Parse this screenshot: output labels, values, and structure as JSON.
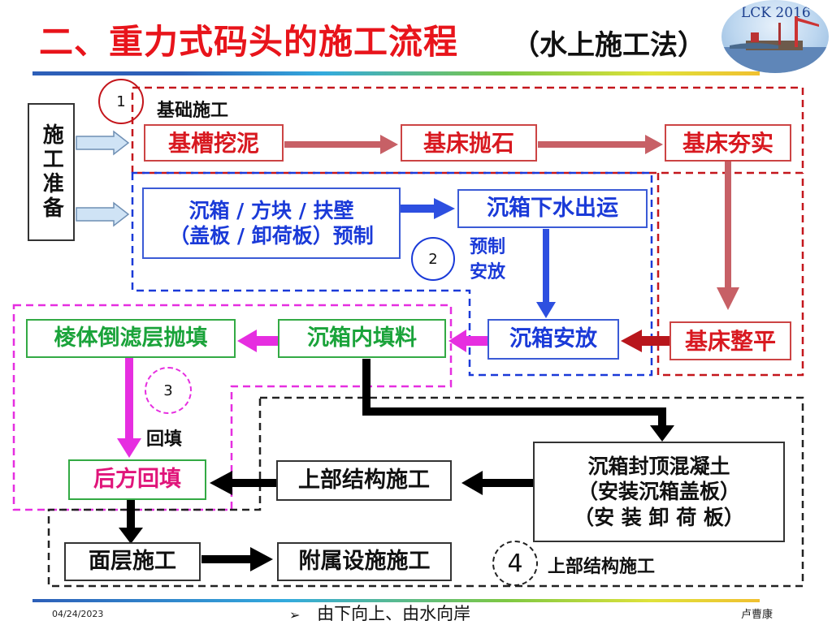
{
  "header": {
    "title": "二、重力式码头的施工流程",
    "subtitle": "（水上施工法）",
    "logo_text": "LCK 2016"
  },
  "prep": {
    "label": "施工准备"
  },
  "sections": {
    "s1": {
      "number": "1",
      "label": "基础施工"
    },
    "s2": {
      "number": "2",
      "label": "预制安放"
    },
    "s3": {
      "number": "3",
      "label": "回填"
    },
    "s4": {
      "number": "4",
      "label": "上部结构施工"
    }
  },
  "steps": {
    "jicao": "基槽挖泥",
    "paoshi": "基床抛石",
    "hangshi": "基床夯实",
    "zhengping": "基床整平",
    "yuzhi_line1": "沉箱 / 方块 / 扶壁",
    "yuzhi_line2": "（盖板 / 卸荷板）预制",
    "xiashui": "沉箱下水出运",
    "anfang": "沉箱安放",
    "tianliao": "沉箱内填料",
    "lvceng": "棱体倒滤层抛填",
    "houfang": "后方回填",
    "fengding_line1": "沉箱封顶混凝土",
    "fengding_line2": "（安装沉箱盖板）",
    "fengding_line3": "（安 装 卸 荷 板）",
    "shangbu": "上部结构施工",
    "mianceng": "面层施工",
    "fushu": "附属设施施工"
  },
  "footer": {
    "date": "04/24/2023",
    "note_bullet": "➢",
    "note": "由下向上、由水向岸",
    "author": "卢曹康"
  },
  "colors": {
    "red": "#d81920",
    "blue": "#1a3ad8",
    "green": "#1aa33a",
    "pink": "#e0157a",
    "magenta_arrow": "#e62ee0",
    "dark_red_arrow": "#b8444a"
  }
}
